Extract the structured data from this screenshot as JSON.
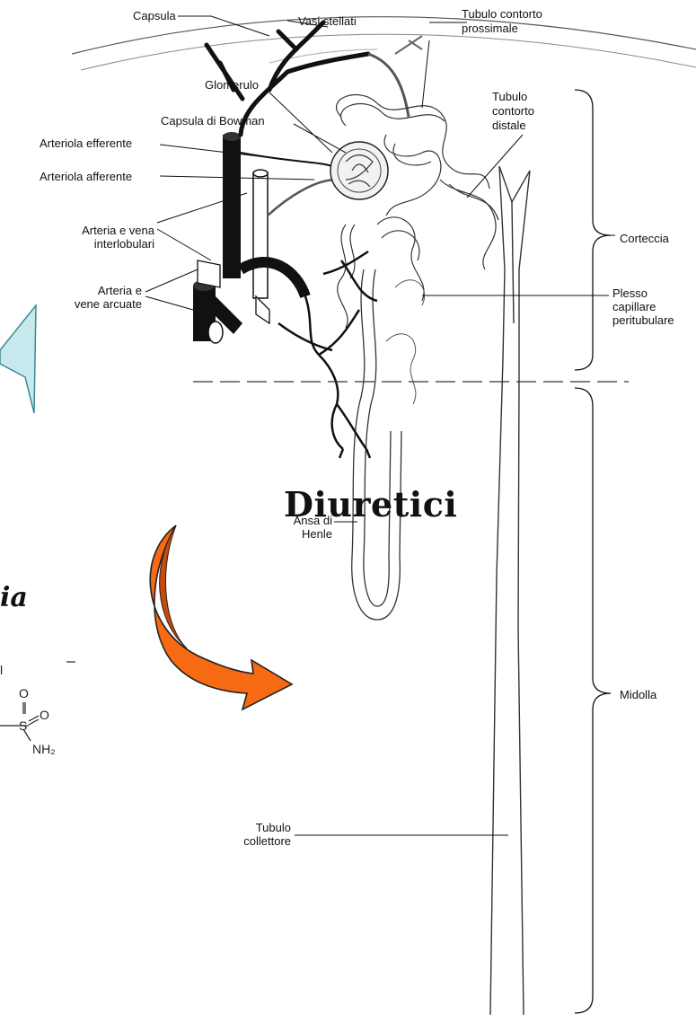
{
  "title": "Diuretici",
  "partial_text": "ia",
  "labels": {
    "capsula": "Capsula",
    "vasi_stellati": "Vasi stellati",
    "tubulo_contorto_prossimale": [
      "Tubulo contorto",
      "prossimale"
    ],
    "glomerulo": "Glomerulo",
    "capsula_di_bowman": "Capsula di Bowman",
    "tubulo_contorto_distale": [
      "Tubulo",
      "contorto",
      "distale"
    ],
    "arteriola_efferente": "Arteriola efferente",
    "arteriola_afferente": "Arteriola afferente",
    "arteria_vena_interlobulari": [
      "Arteria e vena",
      "interlobulari"
    ],
    "arteria_vene_arcuate": [
      "Arteria e",
      "vene arcuate"
    ],
    "corteccia": "Corteccia",
    "plesso_capillare": [
      "Plesso",
      "capillare",
      "peritubulare"
    ],
    "ansa_di_henle": [
      "Ansa di",
      "Henle"
    ],
    "midolla": "Midolla",
    "tubulo_collettore": [
      "Tubulo",
      "collettore"
    ]
  },
  "chem_fragment": {
    "oxygen1": "O",
    "oxygen2": "O",
    "sulfur": "S",
    "amine": "NH₂",
    "chlorine_partial": "l"
  },
  "colors": {
    "callout": "#c7e8ec",
    "callout_stroke": "#3a8a96",
    "arrow_dark": "#c64a0a",
    "arrow_light": "#f56a12",
    "vessel": "#111111"
  }
}
